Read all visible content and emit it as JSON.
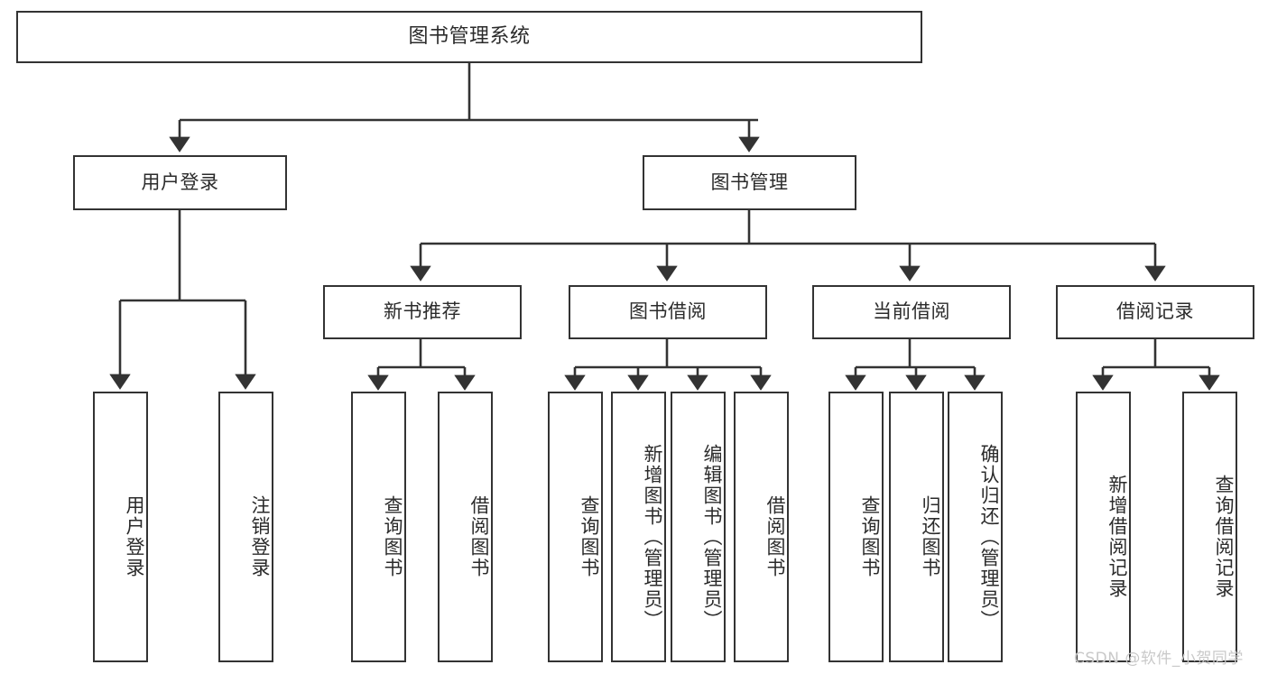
{
  "diagram": {
    "title": "图书管理系统",
    "type": "tree-hierarchy-diagram",
    "colors": {
      "border": "#333333",
      "background": "#ffffff",
      "text": "#2b2b2b",
      "watermark": "#c9c9c9"
    },
    "levels": {
      "root": "图书管理系统",
      "level1": [
        "用户登录",
        "图书管理"
      ],
      "level2": [
        "新书推荐",
        "图书借阅",
        "当前借阅",
        "借阅记录"
      ]
    },
    "nodes": {
      "root": {
        "label": "图书管理系统"
      },
      "user_login": {
        "label": "用户登录"
      },
      "book_manage": {
        "label": "图书管理"
      },
      "new_book_rec": {
        "label": "新书推荐"
      },
      "book_borrow": {
        "label": "图书借阅"
      },
      "current_borrow": {
        "label": "当前借阅"
      },
      "borrow_record": {
        "label": "借阅记录"
      },
      "leaf_user_login": {
        "label": "用户登录"
      },
      "leaf_user_logout": {
        "label": "注销登录"
      },
      "leaf_query_book_a": {
        "label": "查询图书"
      },
      "leaf_borrow_book_a": {
        "label": "借阅图书"
      },
      "leaf_query_book_b": {
        "label": "查询图书"
      },
      "leaf_add_book": {
        "label": "新增图书（管理员）"
      },
      "leaf_edit_book": {
        "label": "编辑图书（管理员）"
      },
      "leaf_borrow_book_b": {
        "label": "借阅图书"
      },
      "leaf_query_book_c": {
        "label": "查询图书"
      },
      "leaf_return_book": {
        "label": "归还图书"
      },
      "leaf_confirm_return": {
        "label": "确认归还（管理员）"
      },
      "leaf_add_record": {
        "label": "新增借阅记录"
      },
      "leaf_query_record": {
        "label": "查询借阅记录"
      }
    },
    "watermark": "CSDN @软件_小贺同学"
  }
}
